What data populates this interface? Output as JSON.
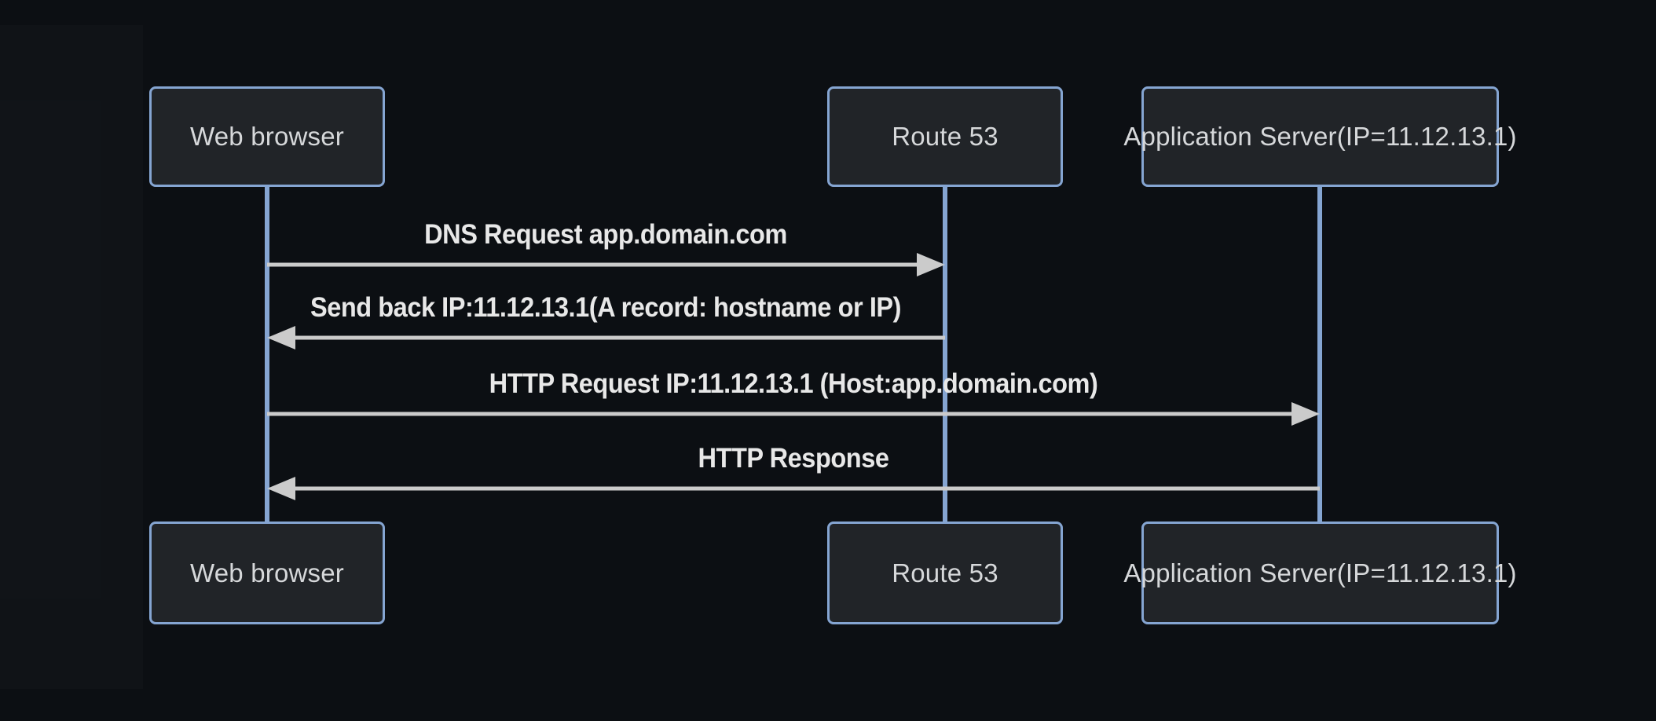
{
  "diagram": {
    "type": "sequence-diagram",
    "actors": [
      {
        "id": "web-browser",
        "label": "Web browser"
      },
      {
        "id": "route-53",
        "label": "Route 53"
      },
      {
        "id": "application-server",
        "label": "Application Server(IP=11.12.13.1)"
      }
    ],
    "messages": [
      {
        "from": "web-browser",
        "to": "route-53",
        "direction": "right",
        "label": "DNS Request app.domain.com"
      },
      {
        "from": "route-53",
        "to": "web-browser",
        "direction": "left",
        "label": "Send back IP:11.12.13.1(A record: hostname or IP)"
      },
      {
        "from": "web-browser",
        "to": "application-server",
        "direction": "right",
        "label": "HTTP Request IP:11.12.13.1 (Host:app.domain.com)"
      },
      {
        "from": "application-server",
        "to": "web-browser",
        "direction": "left",
        "label": "HTTP Response"
      }
    ],
    "colors": {
      "background": "#0c0f13",
      "actor_fill": "#212428",
      "actor_border": "#85a5d2",
      "actor_text": "#d6d8da",
      "lifeline": "#85a5d2",
      "message_line": "#cbcbcb",
      "message_text": "#e8e8e8"
    }
  }
}
